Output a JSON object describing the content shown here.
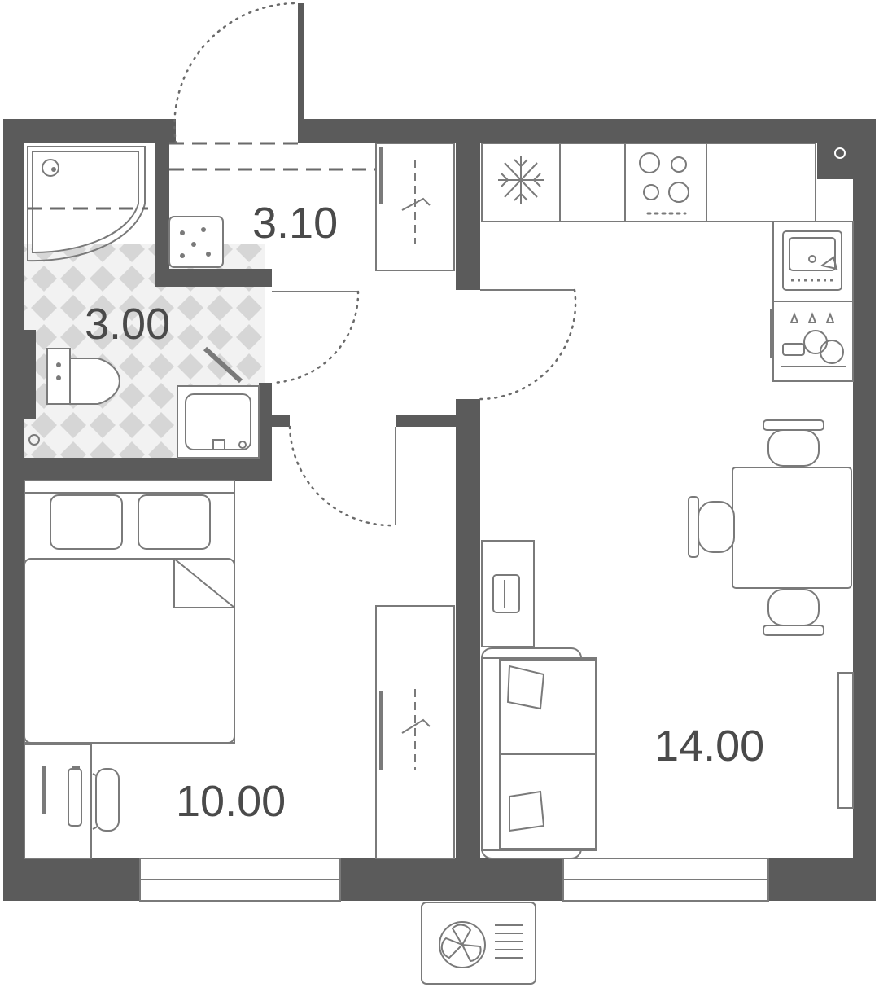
{
  "rooms": [
    {
      "id": "hall",
      "area": "3.10"
    },
    {
      "id": "bathroom",
      "area": "3.00"
    },
    {
      "id": "bedroom",
      "area": "10.00"
    },
    {
      "id": "kitchen-living",
      "area": "14.00"
    }
  ],
  "colors": {
    "wall": "#5b5b5b",
    "tile_a": "#d9d9d9",
    "tile_b": "#f2f2f2",
    "line": "#7a7a7a",
    "text": "#4a4a4a"
  }
}
